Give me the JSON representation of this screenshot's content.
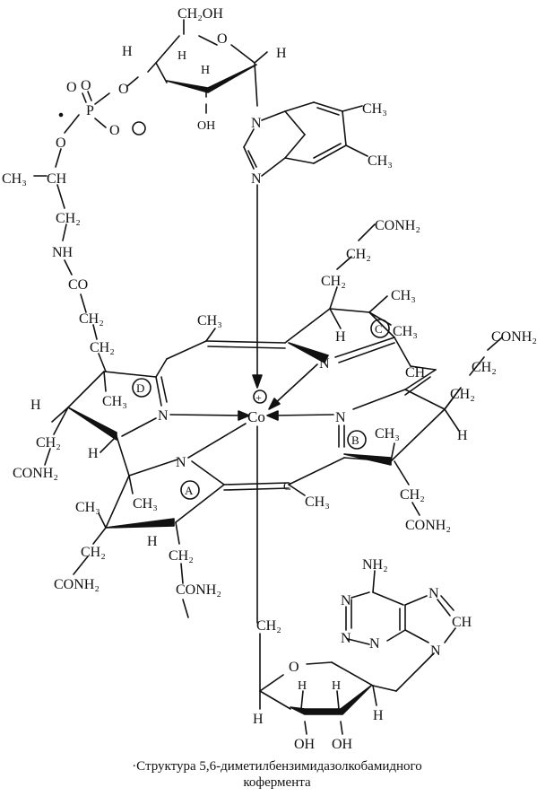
{
  "caption": {
    "line1": "·Структура 5,6-диметилбензимидазолкобамидного",
    "line2": "кофермента"
  },
  "labels": {
    "ch2oh": "CH₂OH",
    "ribose_o": "O",
    "ribose_h1": "H",
    "ribose_h2": "H",
    "ribose_h3": "H",
    "ribose_h4": "H",
    "ribose_oh": "OH",
    "ribose_o3": "O",
    "phosphate_o1": "O",
    "phosphate_o2": "O",
    "phosphate_p": "P",
    "phosphate_o3": "O",
    "phosphate_ominus": "O",
    "phosphate_o4": "O",
    "ch3_chain": "CH₃",
    "ch_chain": "CH",
    "ch2_chain1": "CH₂",
    "nh_chain": "NH",
    "co_chain": "CO",
    "ch2_chain2": "CH₂",
    "ch2_chain3": "CH₂",
    "bzim_n1": "N",
    "bzim_n3": "N",
    "bzim_ch3_1": "CH₃",
    "bzim_ch3_2": "CH₃",
    "conh2_c": "CONH₂",
    "ch2_c": "CH₂",
    "ch2_c2": "CH₂",
    "ch3_c1": "CH₃",
    "ch3_c2": "CH₃",
    "h_c": "H",
    "ring_c": "C",
    "n_c": "N",
    "ch_bridge_bc": "CH",
    "conh2_b_top": "CONH₂",
    "ch2_b_top1": "CH₂",
    "ch2_b_top2": "CH₂",
    "ch3_cd": "CH₃",
    "cobalt": "Co",
    "cobalt_plus": "+",
    "ring_d": "D",
    "ch3_d": "CH₃",
    "n_d": "N",
    "h_d1": "H",
    "h_d2": "H",
    "ch2_d": "CH₂",
    "conh2_d": "CONH₂",
    "n_b": "N",
    "ring_b": "B",
    "ch3_b": "CH₃",
    "h_b": "H",
    "ch2_b": "CH₂",
    "conh2_b": "CONH₂",
    "n_a": "N",
    "ring_a": "A",
    "ch3_a1": "CH₃",
    "ch3_a2": "CH₃",
    "ch3_ab": "CH₃",
    "c_ab": "C",
    "h_a": "H",
    "ch2_a1": "CH₂",
    "ch2_a2": "CH₂",
    "conh2_a1": "CONH₂",
    "conh2_a2": "CONH₂",
    "ch2_co": "CH₂",
    "nh2_ad": "NH₂",
    "n_ad1": "N",
    "n_ad2": "N",
    "n_ad3": "N",
    "n_ad4": "N",
    "ch_ad": "CH",
    "n_ad5": "N",
    "dribose_o": "O",
    "dribose_h1": "H",
    "dribose_h2": "H",
    "dribose_h3": "H",
    "dribose_h4": "H",
    "dribose_oh1": "OH",
    "dribose_oh2": "OH"
  }
}
